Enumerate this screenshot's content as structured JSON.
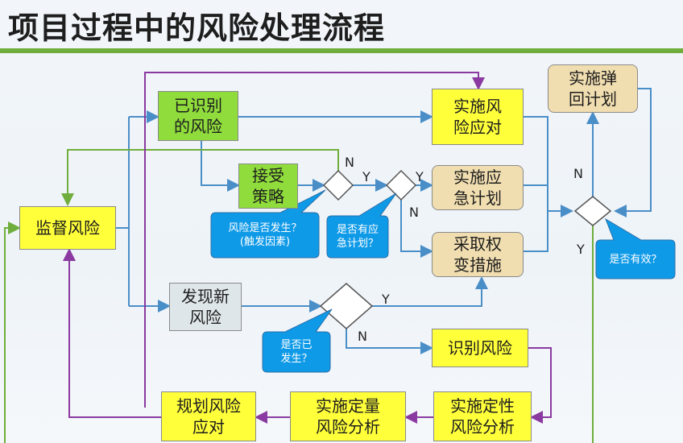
{
  "title": "项目过程中的风险处理流程",
  "nodes": {
    "monitor": "监督风险",
    "identified": "已识别\n的风险",
    "accept": "接受\n策略",
    "implement_response": "实施风\n险应对",
    "emergency_plan": "实施应\n急计划",
    "workaround": "采取权\n变措施",
    "fallback_plan": "实施弹\n回计划",
    "new_risk": "发现新\n风险",
    "identify_risk": "识别风险",
    "qualitative": "实施定性\n风险分析",
    "quantitative": "实施定量\n风险分析",
    "plan_response": "规划风险\n应对"
  },
  "decisions": {
    "occurred_trigger": "风险是否发生？\n(触发因素)",
    "has_contingency": "是否有应\n急计划？",
    "effective": "是否有效？",
    "new_occurred": "是否已\n发生？"
  },
  "branch_labels": {
    "yes": "Y",
    "no": "N"
  },
  "colors": {
    "arrow_blue": "#4a8ec8",
    "arrow_green": "#6fae3c",
    "arrow_purple": "#8a3aa0",
    "callout_blue": "#0f9ae8"
  }
}
